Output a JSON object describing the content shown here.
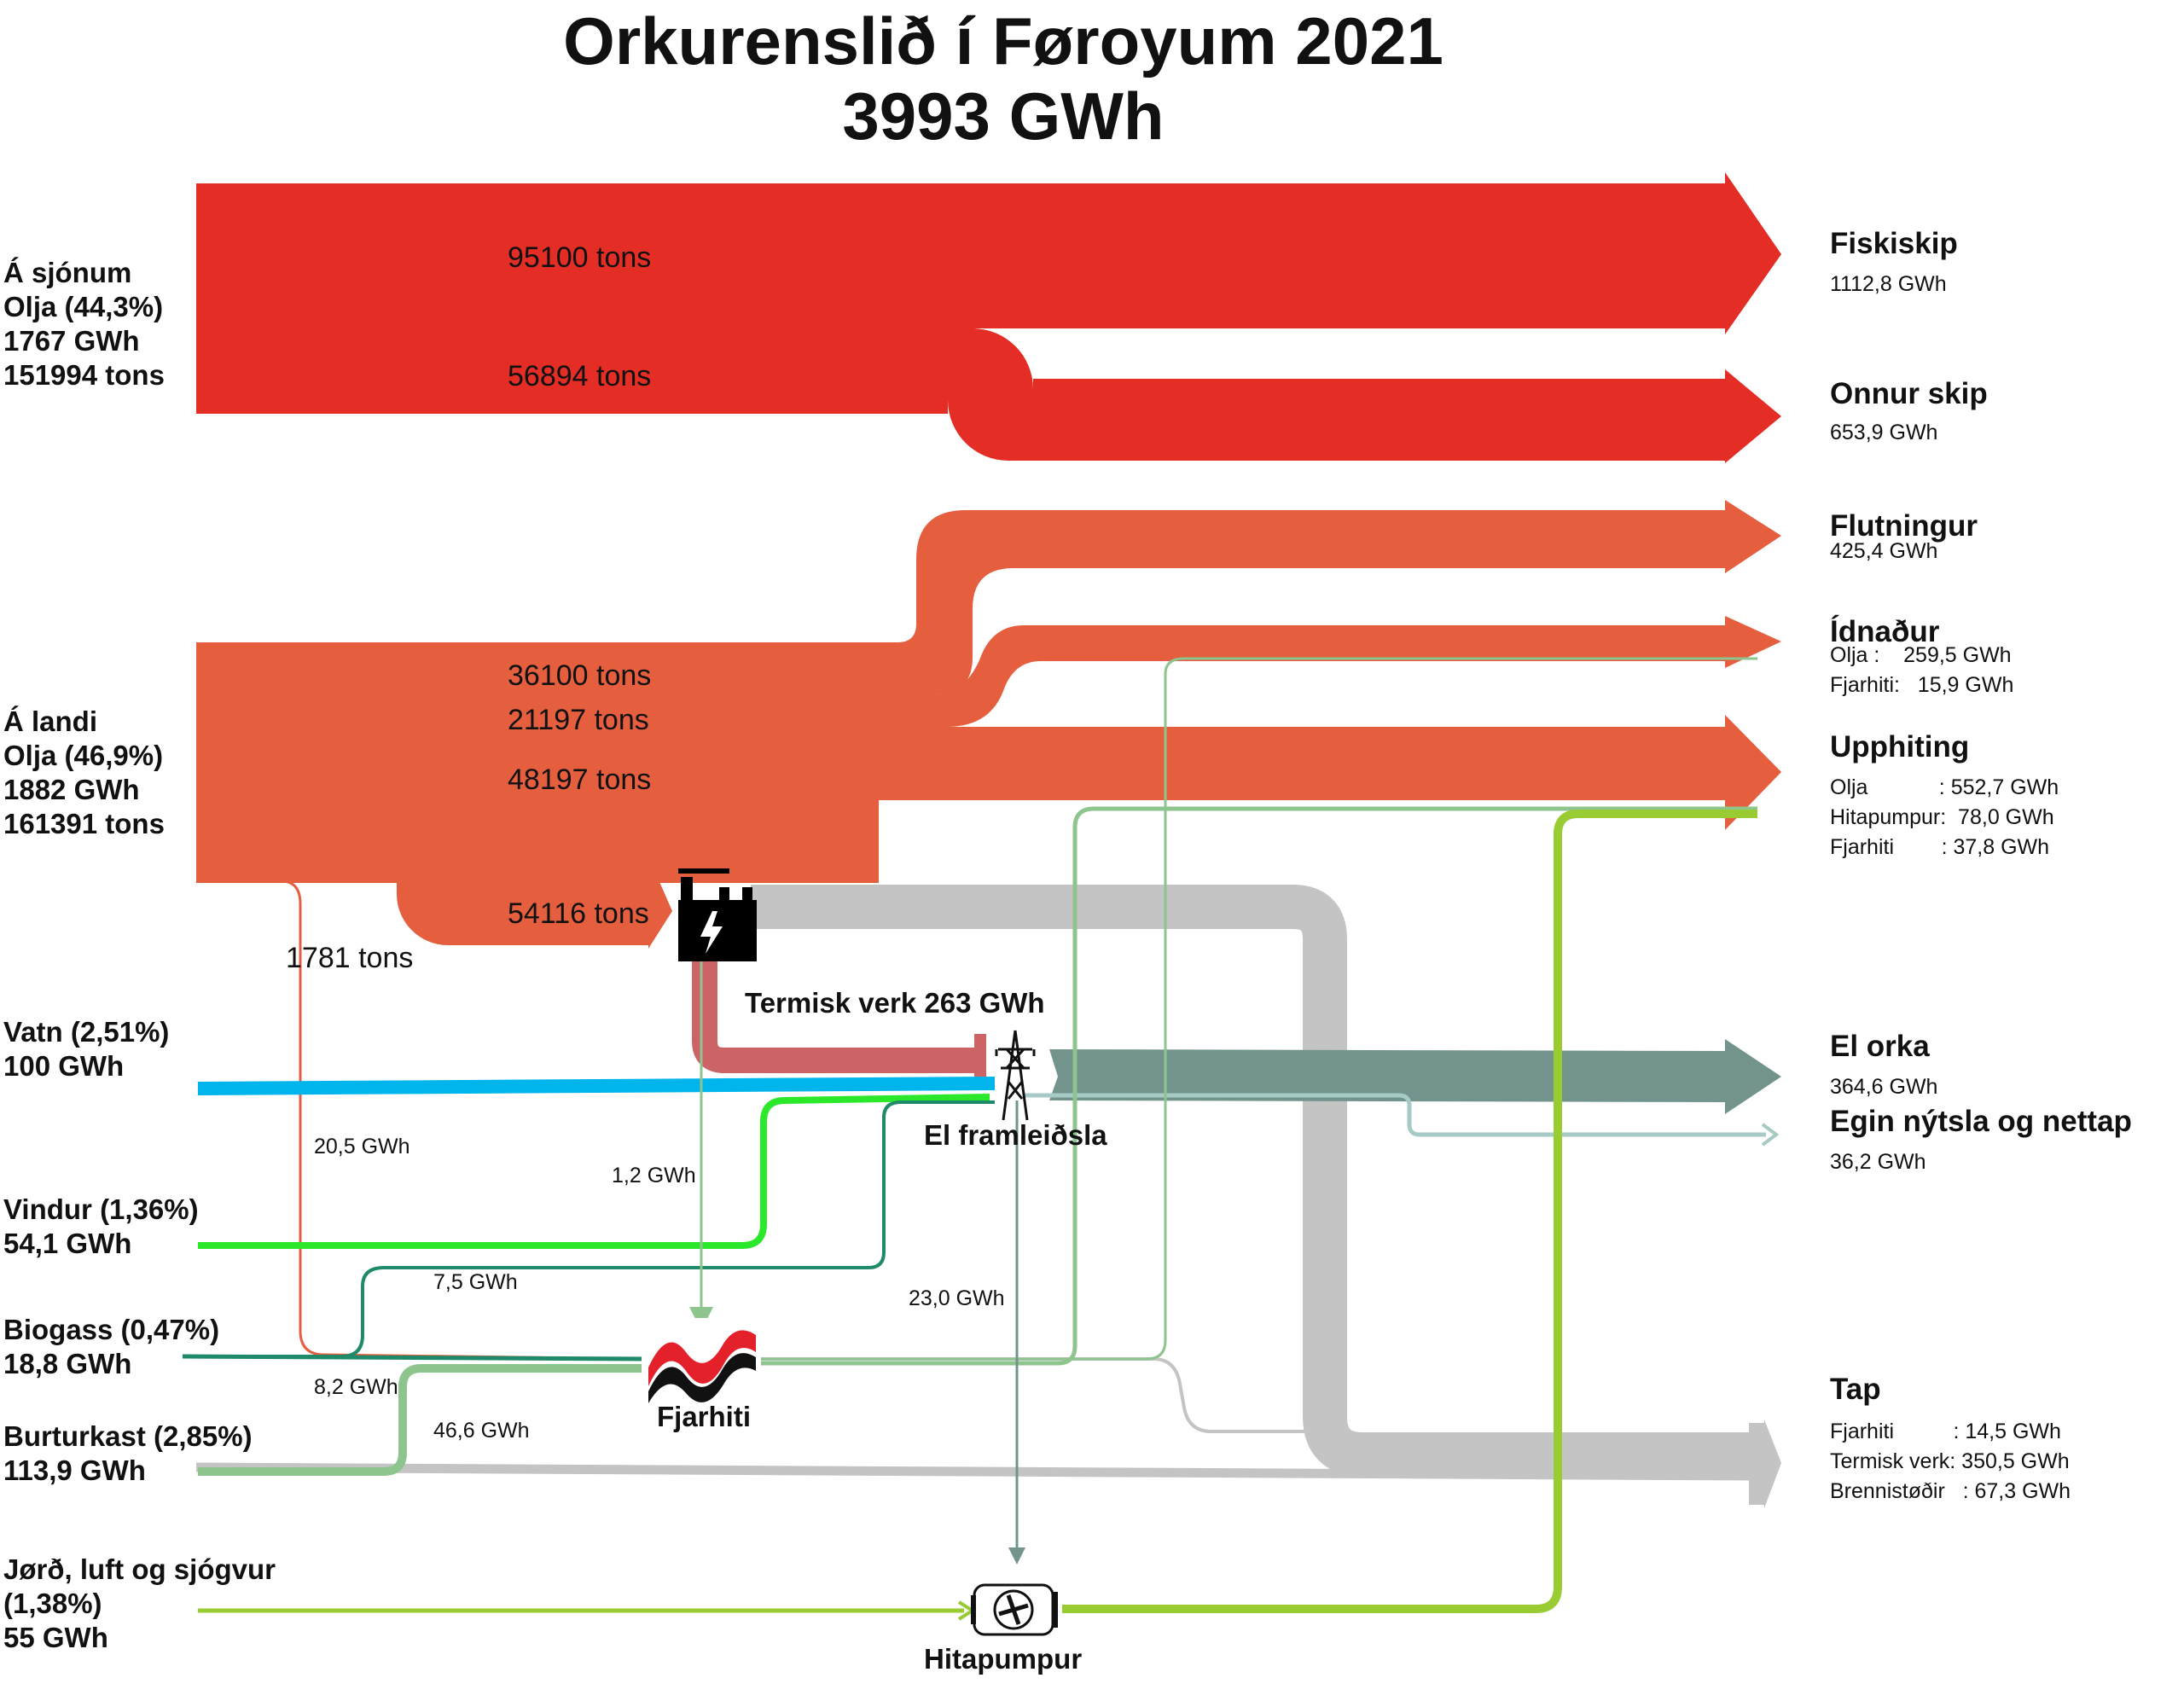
{
  "title": {
    "line1": "Orkurenslið í Føroyum 2021",
    "line2": "3993 GWh"
  },
  "sources": {
    "sea": [
      "Á sjónum",
      "Olja (44,3%)",
      "1767 GWh",
      "151994 tons"
    ],
    "land": [
      "Á landi",
      "Olja (46,9%)",
      "1882 GWh",
      "161391 tons"
    ],
    "water": [
      "Vatn (2,51%)",
      "100 GWh"
    ],
    "wind": [
      "Vindur (1,36%)",
      "54,1 GWh"
    ],
    "biogas": [
      "Biogass (0,47%)",
      "18,8 GWh"
    ],
    "waste": [
      "Burturkast (2,85%)",
      "113,9 GWh"
    ],
    "ground": [
      "Jørð, luft og sjógvur",
      "(1,38%)",
      "55 GWh"
    ]
  },
  "flow_labels": {
    "sea_fishing_tons": "95100 tons",
    "sea_other_tons": "56894 tons",
    "land_transport_tons": "36100 tons",
    "land_industry_tons": "21197 tons",
    "land_heating_tons": "48197 tons",
    "land_power_tons": "54116 tons",
    "land_district_tons": "1781 tons",
    "thermal_label": "Termisk verk 263 GWh",
    "gwh_20_5": "20,5 GWh",
    "gwh_1_2": "1,2 GWh",
    "gwh_7_5": "7,5 GWh",
    "gwh_8_2": "8,2 GWh",
    "gwh_46_6": "46,6 GWh",
    "gwh_23_0": "23,0 GWh"
  },
  "nodes": {
    "power_production": "El framleiðsla",
    "district_heating": "Fjarhiti",
    "heat_pumps": "Hitapumpur"
  },
  "destinations": {
    "fishing_ships": {
      "name": "Fiskiskip",
      "lines": [
        "1112,8 GWh"
      ]
    },
    "other_ships": {
      "name": "Onnur skip",
      "lines": [
        "653,9 GWh"
      ]
    },
    "transport": {
      "name": "Flutningur",
      "lines": [
        "425,4 GWh"
      ]
    },
    "industry": {
      "name": "Ídnaður",
      "lines": [
        "Olja :    259,5 GWh",
        "Fjarhiti:   15,9 GWh"
      ]
    },
    "heating": {
      "name": "Upphiting",
      "lines": [
        "Olja            : 552,7 GWh",
        "Hitapumpur:  78,0 GWh",
        "Fjarhiti        : 37,8 GWh"
      ]
    },
    "electricity": {
      "name": "El orka",
      "lines": [
        "364,6 GWh"
      ]
    },
    "own_use": {
      "name": "Egin nýtsla og nettap",
      "lines": [
        "36,2 GWh"
      ]
    },
    "loss": {
      "name": "Tap",
      "lines": [
        "Fjarhiti          : 14,5 GWh",
        "Termisk verk: 350,5 GWh",
        "Brennistøðir   : 67,3 GWh"
      ]
    }
  },
  "colors": {
    "sea_oil": "#e32d25",
    "land_oil": "#e55f3f",
    "thermal": "#cc6466",
    "electricity": "#72948c",
    "loss": "#c4c4c4",
    "water": "#00b5ec",
    "wind": "#2be82b",
    "biogas": "#1e8a6a",
    "waste_heat": "#8ec48e",
    "heat_pump": "#99cc33",
    "own_use": "#a6cbc6"
  },
  "icons": [
    "power-plant-icon",
    "pylon-icon",
    "district-heating-logo",
    "heat-pump-icon"
  ]
}
